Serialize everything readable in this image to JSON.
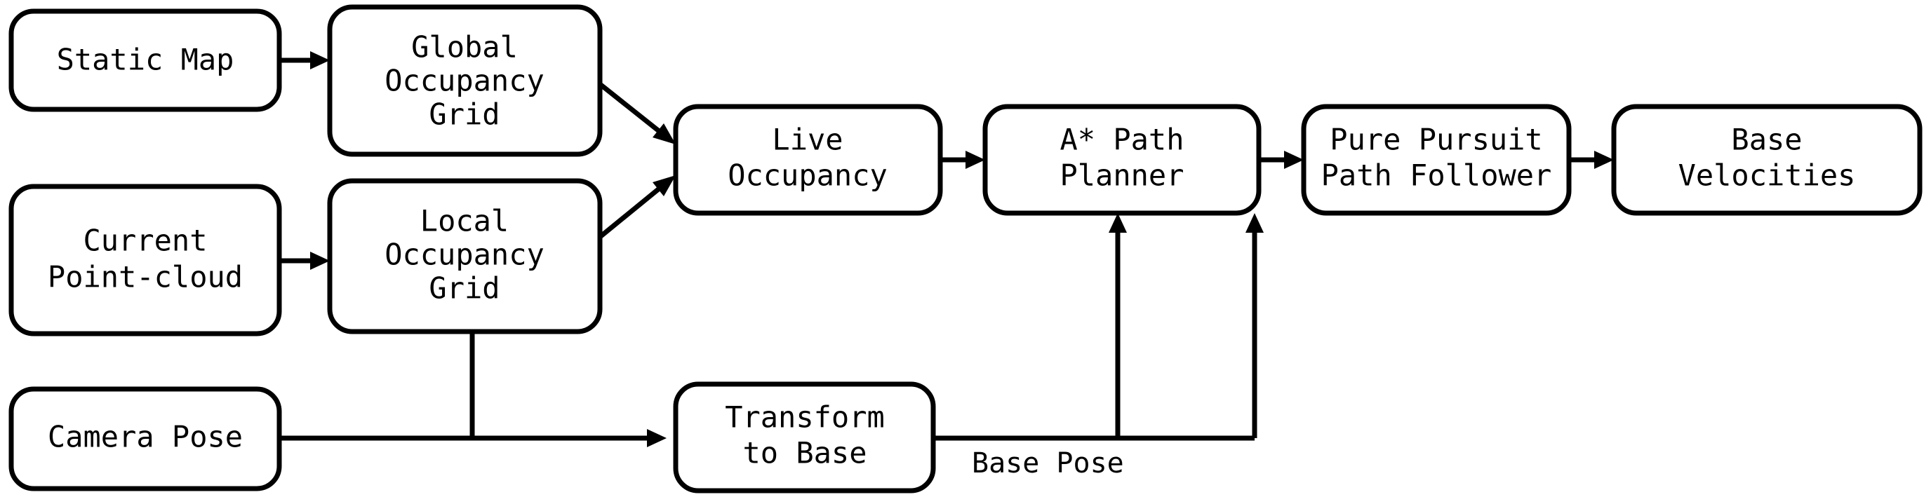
{
  "diagram": {
    "type": "flowchart",
    "orientation": "left-to-right",
    "background_color": "#ffffff",
    "stroke_color": "#000000",
    "nodes": [
      {
        "id": "static_map",
        "label": "Static Map",
        "lines": [
          "Static Map"
        ]
      },
      {
        "id": "global_grid",
        "label": "Global Occupancy Grid",
        "lines": [
          "Global",
          "Occupancy",
          "Grid"
        ]
      },
      {
        "id": "current_pointcloud",
        "label": "Current Point-cloud",
        "lines": [
          "Current",
          "Point-cloud"
        ]
      },
      {
        "id": "local_grid",
        "label": "Local Occupancy Grid",
        "lines": [
          "Local",
          "Occupancy",
          "Grid"
        ]
      },
      {
        "id": "camera_pose",
        "label": "Camera Pose",
        "lines": [
          "Camera Pose"
        ]
      },
      {
        "id": "live_occupancy",
        "label": "Live Occupancy",
        "lines": [
          "Live",
          "Occupancy"
        ]
      },
      {
        "id": "astar_planner",
        "label": "A* Path Planner",
        "lines": [
          "A* Path",
          "Planner"
        ]
      },
      {
        "id": "pure_pursuit",
        "label": "Pure Pursuit Path Follower",
        "lines": [
          "Pure Pursuit",
          "Path Follower"
        ]
      },
      {
        "id": "base_velocities",
        "label": "Base Velocities",
        "lines": [
          "Base",
          "Velocities"
        ]
      },
      {
        "id": "transform_to_base",
        "label": "Transform to Base",
        "lines": [
          "Transform",
          "to Base"
        ]
      }
    ],
    "edges": [
      {
        "from": "static_map",
        "to": "global_grid",
        "label": ""
      },
      {
        "from": "current_pointcloud",
        "to": "local_grid",
        "label": ""
      },
      {
        "from": "global_grid",
        "to": "live_occupancy",
        "label": ""
      },
      {
        "from": "local_grid",
        "to": "live_occupancy",
        "label": ""
      },
      {
        "from": "live_occupancy",
        "to": "astar_planner",
        "label": ""
      },
      {
        "from": "astar_planner",
        "to": "pure_pursuit",
        "label": ""
      },
      {
        "from": "pure_pursuit",
        "to": "base_velocities",
        "label": ""
      },
      {
        "from": "camera_pose",
        "to": "local_grid",
        "label": ""
      },
      {
        "from": "camera_pose",
        "to": "transform_to_base",
        "label": ""
      },
      {
        "from": "transform_to_base",
        "to": "astar_planner",
        "label": "Base Pose"
      },
      {
        "from": "transform_to_base",
        "to": "pure_pursuit",
        "label": "Base Pose"
      }
    ],
    "edge_labels": [
      {
        "id": "base_pose",
        "text": "Base Pose"
      }
    ]
  }
}
